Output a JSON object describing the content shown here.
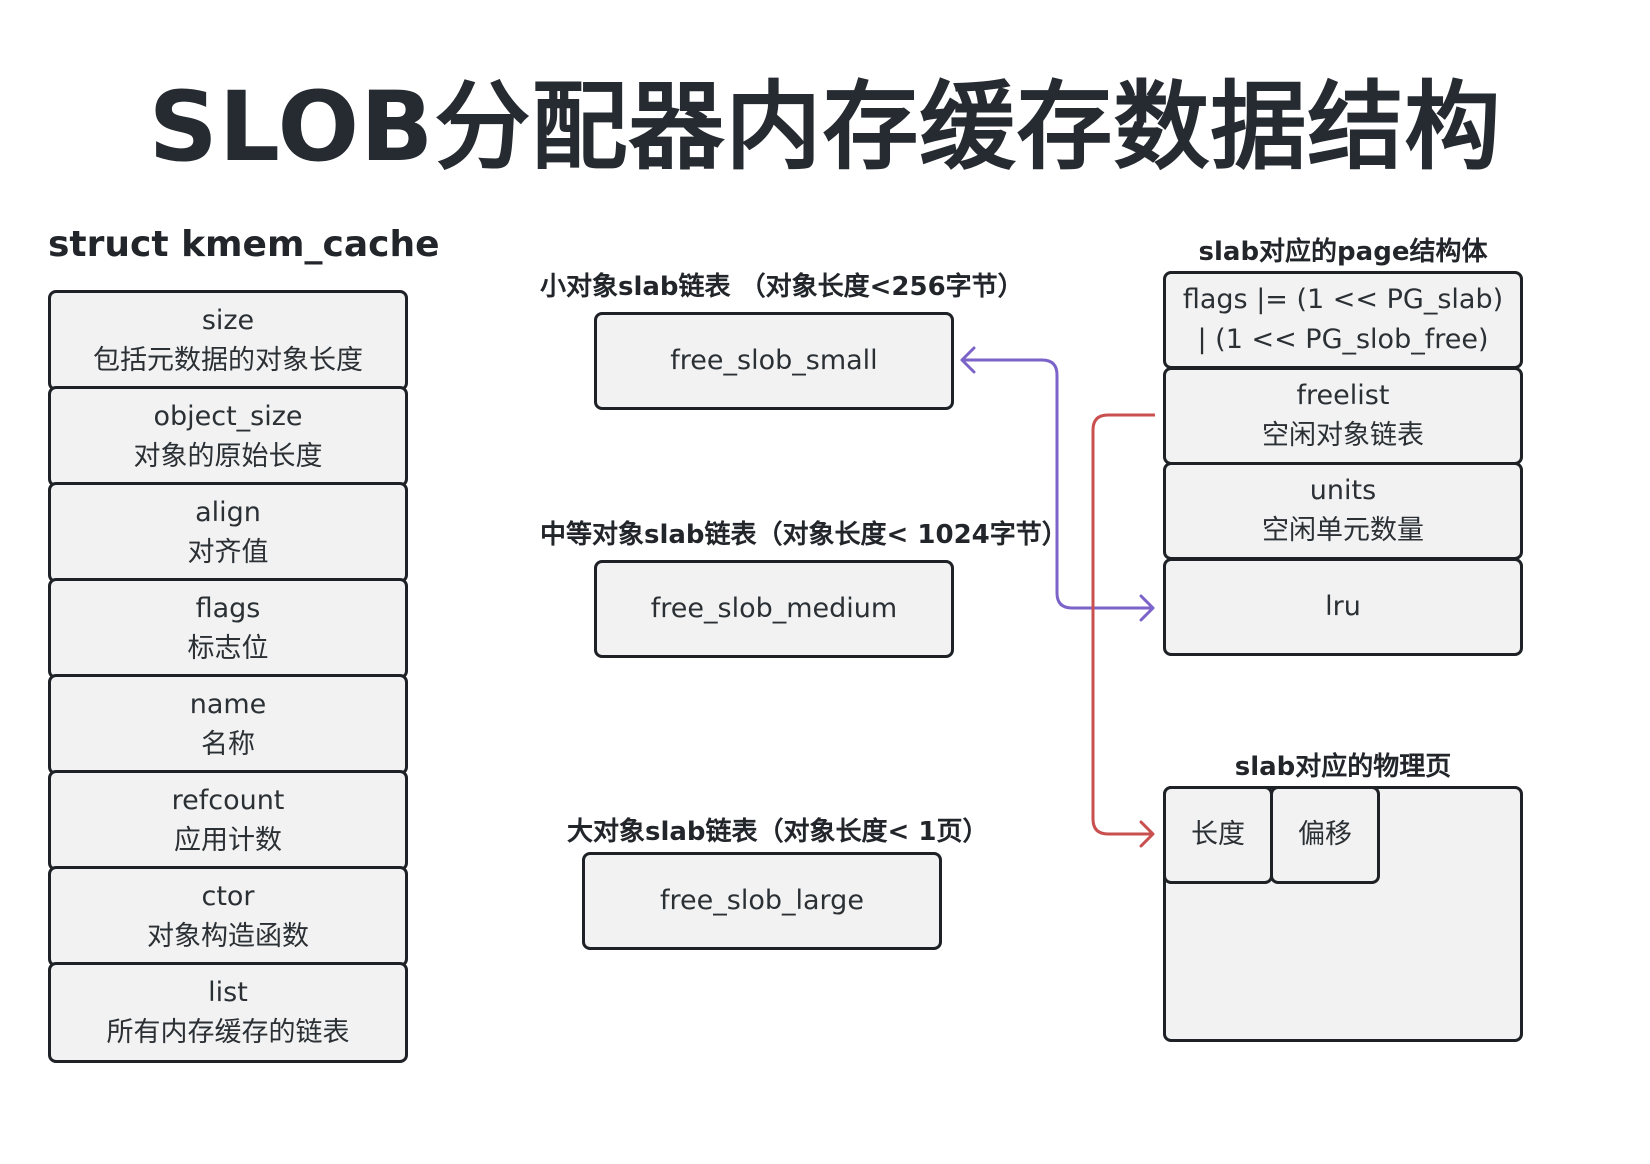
{
  "title": "SLOB分配器内存缓存数据结构",
  "kmem_cache": {
    "heading": "struct kmem_cache",
    "fields": [
      {
        "name": "size",
        "desc": "包括元数据的对象长度"
      },
      {
        "name": "object_size",
        "desc": "对象的原始长度"
      },
      {
        "name": "align",
        "desc": "对齐值"
      },
      {
        "name": "flags",
        "desc": "标志位"
      },
      {
        "name": "name",
        "desc": "名称"
      },
      {
        "name": "refcount",
        "desc": "应用计数"
      },
      {
        "name": "ctor",
        "desc": "对象构造函数"
      },
      {
        "name": "list",
        "desc": "所有内存缓存的链表"
      }
    ]
  },
  "lists": {
    "small": {
      "heading": "小对象slab链表 （对象长度<256字节）",
      "box": "free_slob_small"
    },
    "medium": {
      "heading": "中等对象slab链表（对象长度< 1024字节）",
      "box": "free_slob_medium"
    },
    "large": {
      "heading": "大对象slab链表（对象长度< 1页）",
      "box": "free_slob_large"
    }
  },
  "page_struct": {
    "heading": "slab对应的page结构体",
    "flags_line1": "flags |= (1 << PG_slab)",
    "flags_line2": "| (1 << PG_slob_free)",
    "freelist": "freelist",
    "freelist_desc": "空闲对象链表",
    "units": "units",
    "units_desc": "空闲单元数量",
    "lru": "lru"
  },
  "physical_page": {
    "heading": "slab对应的物理页",
    "length": "长度",
    "offset": "偏移"
  },
  "colors": {
    "purple_arrow": "#7b63c9",
    "red_arrow": "#c9504f",
    "box_fill": "#f2f2f2",
    "box_border": "#1e2226"
  }
}
